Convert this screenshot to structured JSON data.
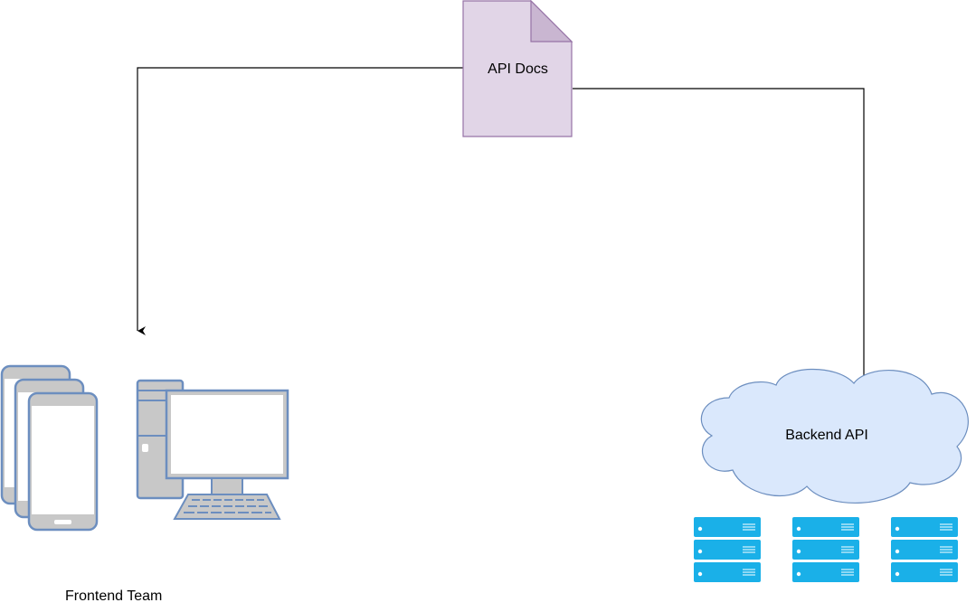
{
  "nodes": {
    "api_docs": {
      "label": "API Docs",
      "fill": "#e1d5e7",
      "stroke": "#9673a6"
    },
    "backend_api": {
      "label": "Backend API",
      "fill": "#dae8fc",
      "stroke": "#6c8ebf"
    },
    "frontend_team": {
      "label": "Frontend Team"
    }
  },
  "edges": [
    {
      "from": "API Docs",
      "to": "Frontend Team"
    },
    {
      "from": "API Docs",
      "to": "Backend API"
    }
  ],
  "icons": {
    "frontend": [
      "mobile-phones-icon",
      "desktop-computer-icon"
    ],
    "backend": [
      "server-rack-icon"
    ]
  },
  "colors": {
    "device_stroke": "#6c8ebf",
    "device_fill": "#c8c8c8",
    "screen": "#ffffff",
    "server": "#1ab0e8",
    "connector": "#000000"
  }
}
